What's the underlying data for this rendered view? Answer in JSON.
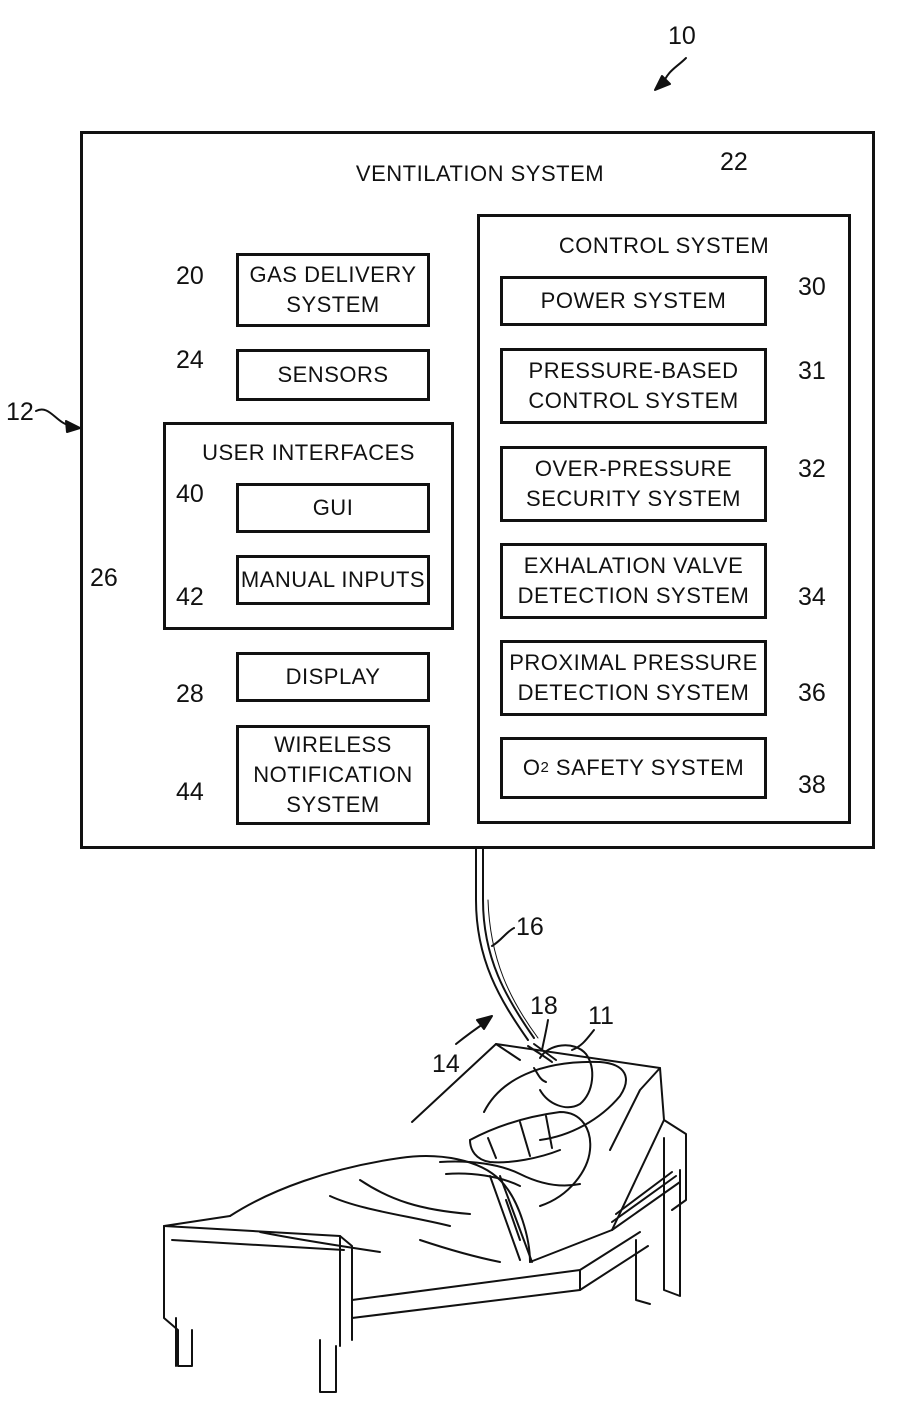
{
  "figure_number": "10",
  "ventilation_system": {
    "ref": "12",
    "title": "VENTILATION SYSTEM",
    "gas_delivery": {
      "ref": "20",
      "label": "GAS DELIVERY\nSYSTEM"
    },
    "sensors": {
      "ref": "24",
      "label": "SENSORS"
    },
    "user_interfaces": {
      "ref": "26",
      "title": "USER INTERFACES",
      "gui": {
        "ref": "40",
        "label": "GUI"
      },
      "manual_inputs": {
        "ref": "42",
        "label": "MANUAL INPUTS"
      }
    },
    "display": {
      "ref": "28",
      "label": "DISPLAY"
    },
    "wireless": {
      "ref": "44",
      "label": "WIRELESS\nNOTIFICATION\nSYSTEM"
    },
    "control_system": {
      "ref": "22",
      "title": "CONTROL SYSTEM",
      "power": {
        "ref": "30",
        "label": "POWER SYSTEM"
      },
      "pressure_based": {
        "ref": "31",
        "label": "PRESSURE-BASED\nCONTROL SYSTEM"
      },
      "over_pressure": {
        "ref": "32",
        "label": "OVER-PRESSURE\nSECURITY SYSTEM"
      },
      "exhalation_valve": {
        "ref": "34",
        "label": "EXHALATION VALVE\nDETECTION SYSTEM"
      },
      "proximal_pressure": {
        "ref": "36",
        "label": "PROXIMAL PRESSURE\nDETECTION SYSTEM"
      },
      "o2_safety": {
        "ref": "38",
        "label_prefix": "O",
        "label_sub": "2",
        "label_suffix": " SAFETY SYSTEM"
      }
    }
  },
  "patient_scene": {
    "tube_ref": "16",
    "interface_ref": "18",
    "patient_ref": "11",
    "circuit_ref": "14"
  }
}
